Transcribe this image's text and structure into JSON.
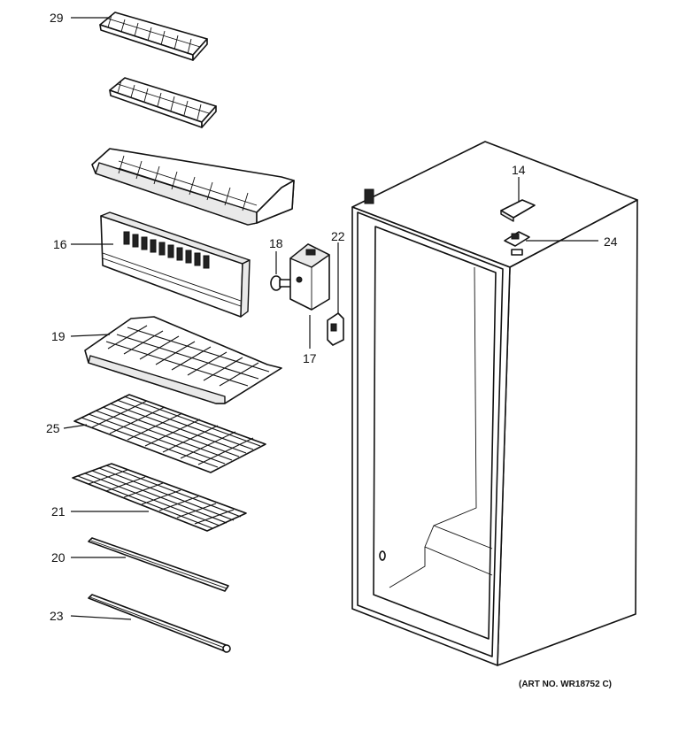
{
  "callouts": {
    "p29": "29",
    "p16": "16",
    "p19": "19",
    "p25": "25",
    "p21": "21",
    "p20": "20",
    "p23": "23",
    "p18": "18",
    "p22": "22",
    "p17": "17",
    "p14": "14",
    "p24": "24"
  },
  "art_number": "(ART NO. WR18752 C)"
}
